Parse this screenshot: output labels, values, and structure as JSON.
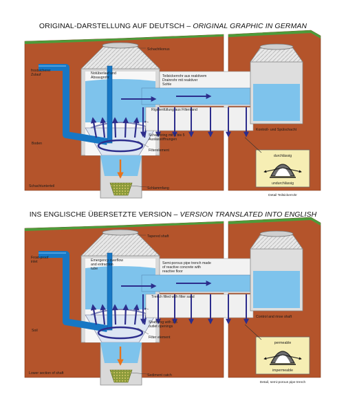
{
  "german": {
    "header_main": "ORIGINAL-DARSTELLUNG AUF DEUTSCH – ",
    "header_italic": "ORIGINAL GRAPHIC IN GERMAN",
    "labels": {
      "tapered_shaft": "Schachtkonus",
      "inlet": "frostsicherer Zulauf",
      "overflow": "Notüberlauf und Absaugrohr",
      "semi_porous": "Teilsickerrohr aus reaktivem Drainrohr mit reaktiver Sohle",
      "trench": "Rigolenfüllung aus Filtersand",
      "control_shaft": "Kontroll- und Spülschacht",
      "soil": "Boden",
      "ring": "Schachtring mit 1 bis 5 Auslassöffnungen",
      "filter": "Filterelement",
      "lower_section": "Schachtunterteil",
      "sediment": "Schlammfang",
      "permeable": "durchlässig",
      "impermeable": "undurchlässig",
      "detail": "Detail Teilsickerrohr"
    }
  },
  "english": {
    "header_main": "INS ENGLISCHE ÜBERSETZTE VERSION – ",
    "header_italic": "VERSION TRANSLATED INTO ENGLISH",
    "labels": {
      "tapered_shaft": "Tapered shaft",
      "inlet": "Frost-proof inlet",
      "overflow": "Emergency overflow and extraction tube",
      "semi_porous": "Semi-porous pipe trench made of reactive concrete with reactive floor",
      "trench": "Trench filled with filter sand",
      "control_shaft": "Control and rinse shaft",
      "soil": "Soil",
      "ring": "Shaft ring with 1-5 outlet openings",
      "filter": "Filter element",
      "lower_section": "Lower section of shaft",
      "sediment": "Sediment catch",
      "permeable": "permeable",
      "impermeable": "impermeable",
      "detail": "Detail, semi-porous pipe trench"
    }
  },
  "colors": {
    "soil": "#b4542b",
    "grass": "#4d9b3a",
    "water": "#7ec3ec",
    "pipe": "#1777c4",
    "arrow": "#2c2d8c",
    "sediment_arrow": "#e8731b",
    "sand": "#f6eeb4"
  }
}
